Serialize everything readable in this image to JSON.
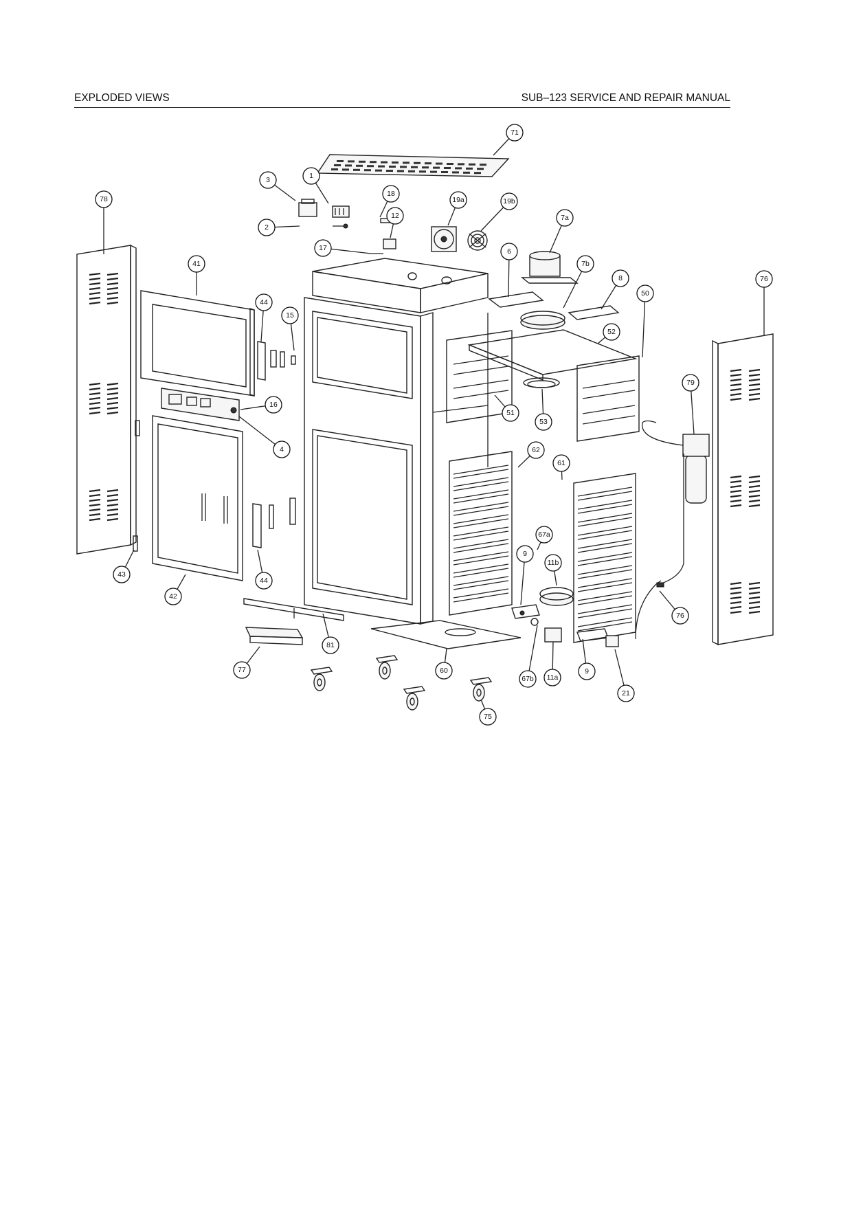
{
  "header": {
    "left": "EXPLODED VIEWS",
    "right": "SUB–123 SERVICE AND REPAIR MANUAL"
  },
  "callouts": [
    "71",
    "3",
    "1",
    "18",
    "19a",
    "19b",
    "7a",
    "2",
    "12",
    "17",
    "78",
    "41",
    "44",
    "15",
    "6",
    "7b",
    "8",
    "50",
    "52",
    "76",
    "16",
    "4",
    "53",
    "51",
    "79",
    "62",
    "61",
    "67a",
    "9",
    "11b",
    "43",
    "44",
    "42",
    "81",
    "77",
    "60",
    "67b",
    "11a",
    "9",
    "21",
    "76",
    "75"
  ]
}
